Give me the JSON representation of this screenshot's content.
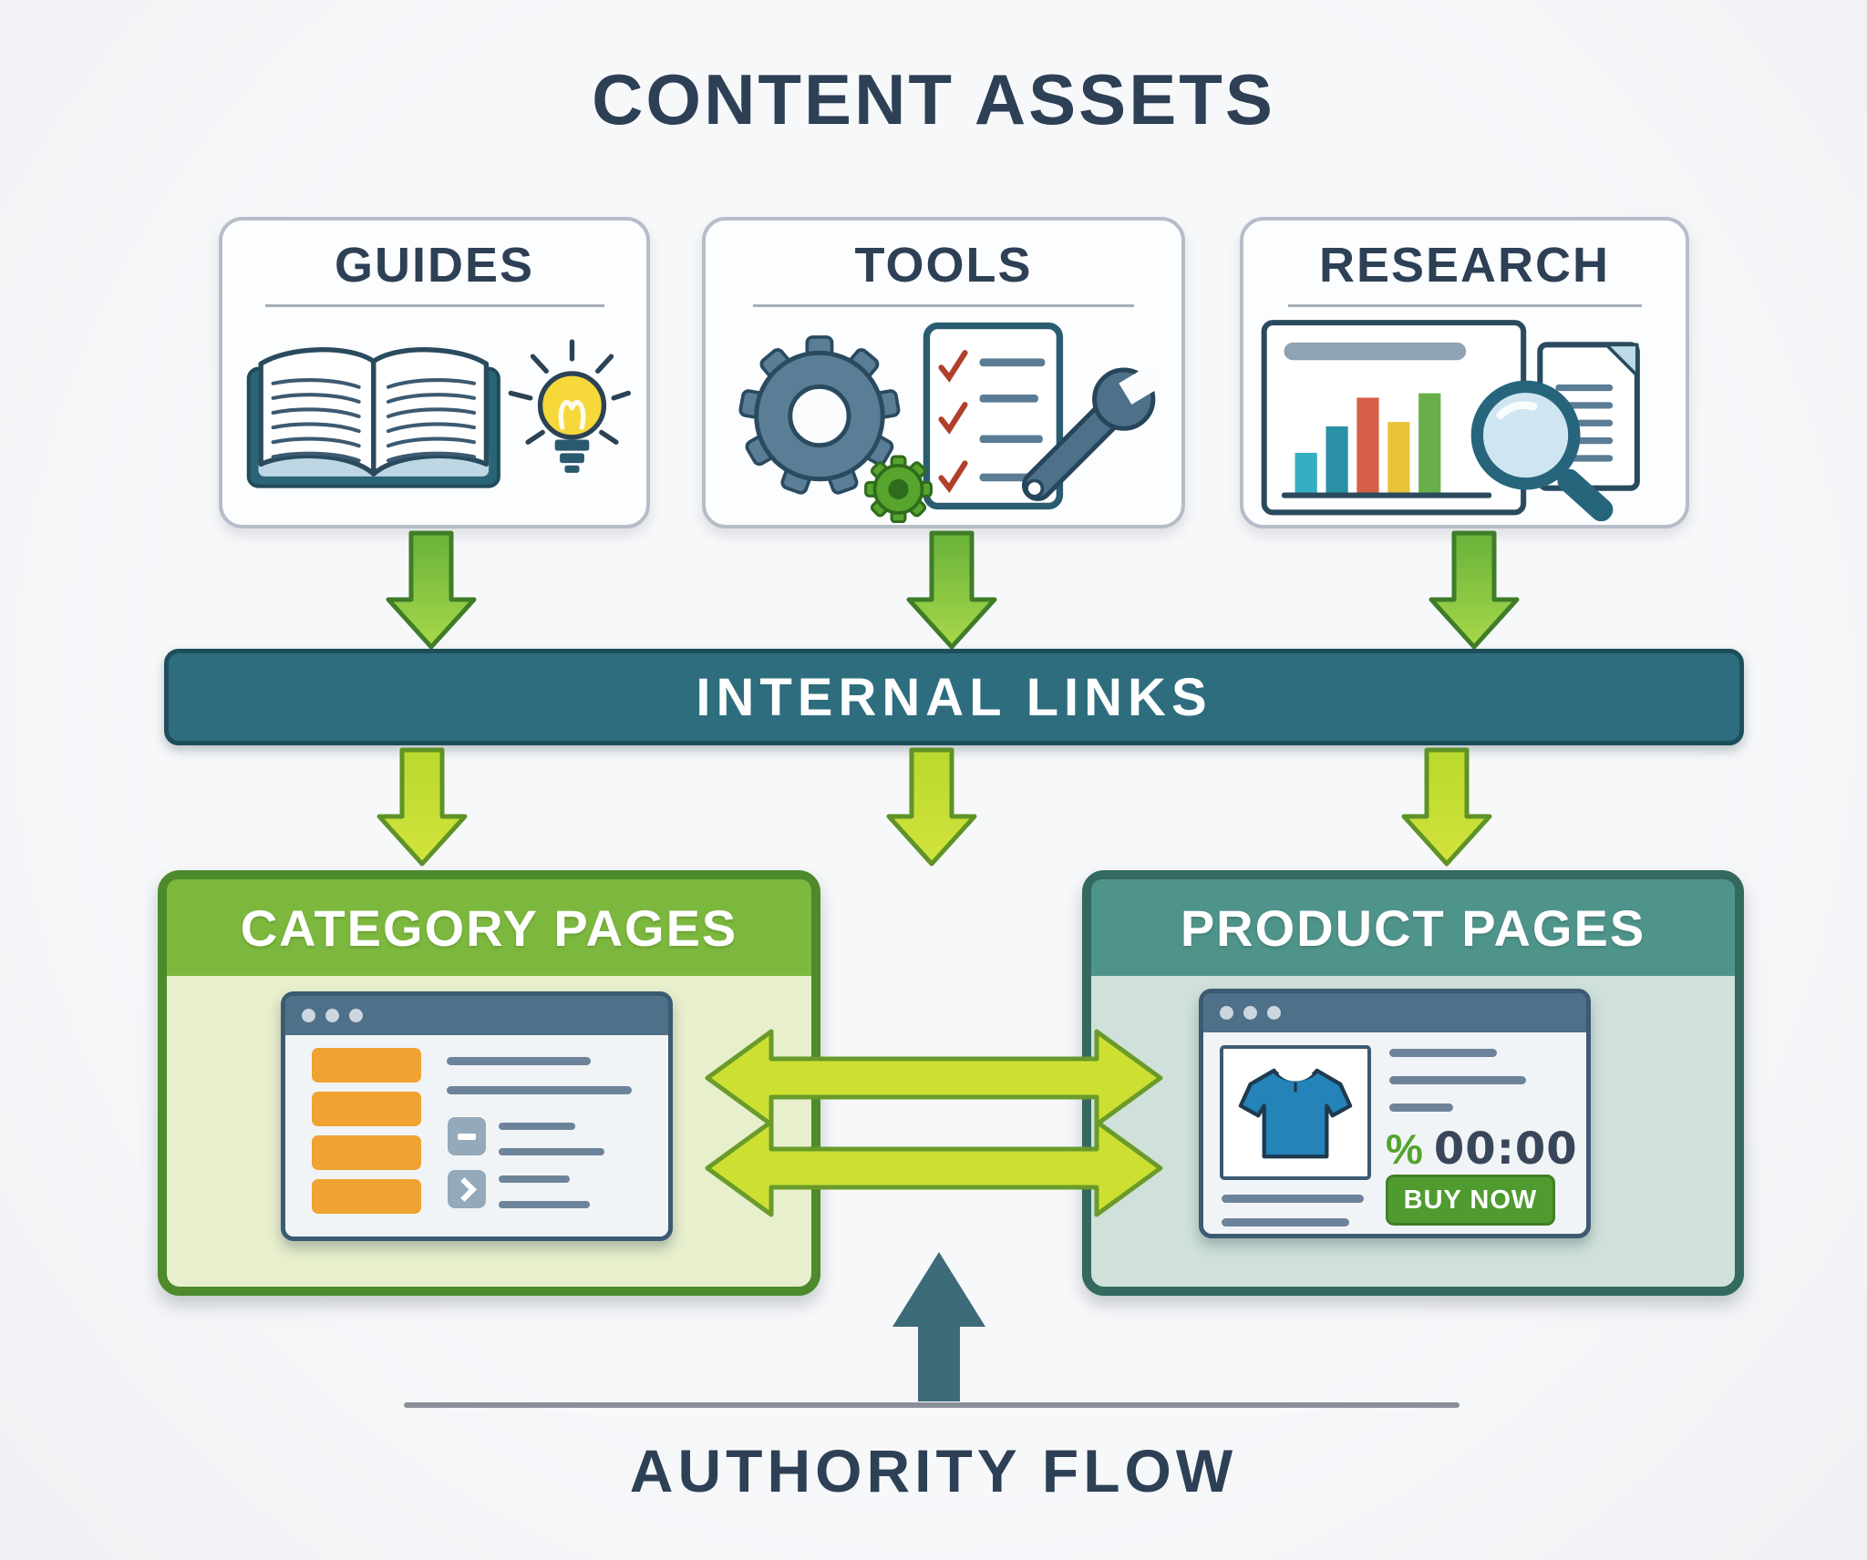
{
  "title": "CONTENT ASSETS",
  "content_assets": {
    "cards": [
      {
        "label": "GUIDES",
        "icons": [
          "open-book-icon",
          "lightbulb-icon"
        ]
      },
      {
        "label": "TOOLS",
        "icons": [
          "gear-icon",
          "small-green-gear-icon",
          "checklist-icon",
          "wrench-icon"
        ]
      },
      {
        "label": "RESEARCH",
        "icons": [
          "bar-chart-icon",
          "magnifier-icon",
          "document-icon"
        ]
      }
    ]
  },
  "internal_links": {
    "label": "INTERNAL LINKS"
  },
  "category_pages": {
    "label": "CATEGORY PAGES"
  },
  "product_pages": {
    "label": "PRODUCT PAGES",
    "promo_percent": "%",
    "promo_timer": "00:00",
    "buy_button_label": "BUY NOW"
  },
  "authority_flow": {
    "label": "AUTHORITY FLOW"
  },
  "colors": {
    "background": "#f3f4f6",
    "heading_text": "#2d4055",
    "internal_links_teal": "#2d6d7e",
    "green_arrow": "#8cc63f",
    "chartreuse_arrow": "#cde032",
    "category_header_green": "#7cb83e",
    "category_body_green": "#e7efcd",
    "product_header_teal": "#4f948a",
    "product_body_teal": "#cfe1da",
    "buy_button_green": "#4f9b2f",
    "authority_arrow_teal": "#3d6b7a",
    "orange_list_block": "#f0a232",
    "tshirt_blue": "#2483b8"
  }
}
